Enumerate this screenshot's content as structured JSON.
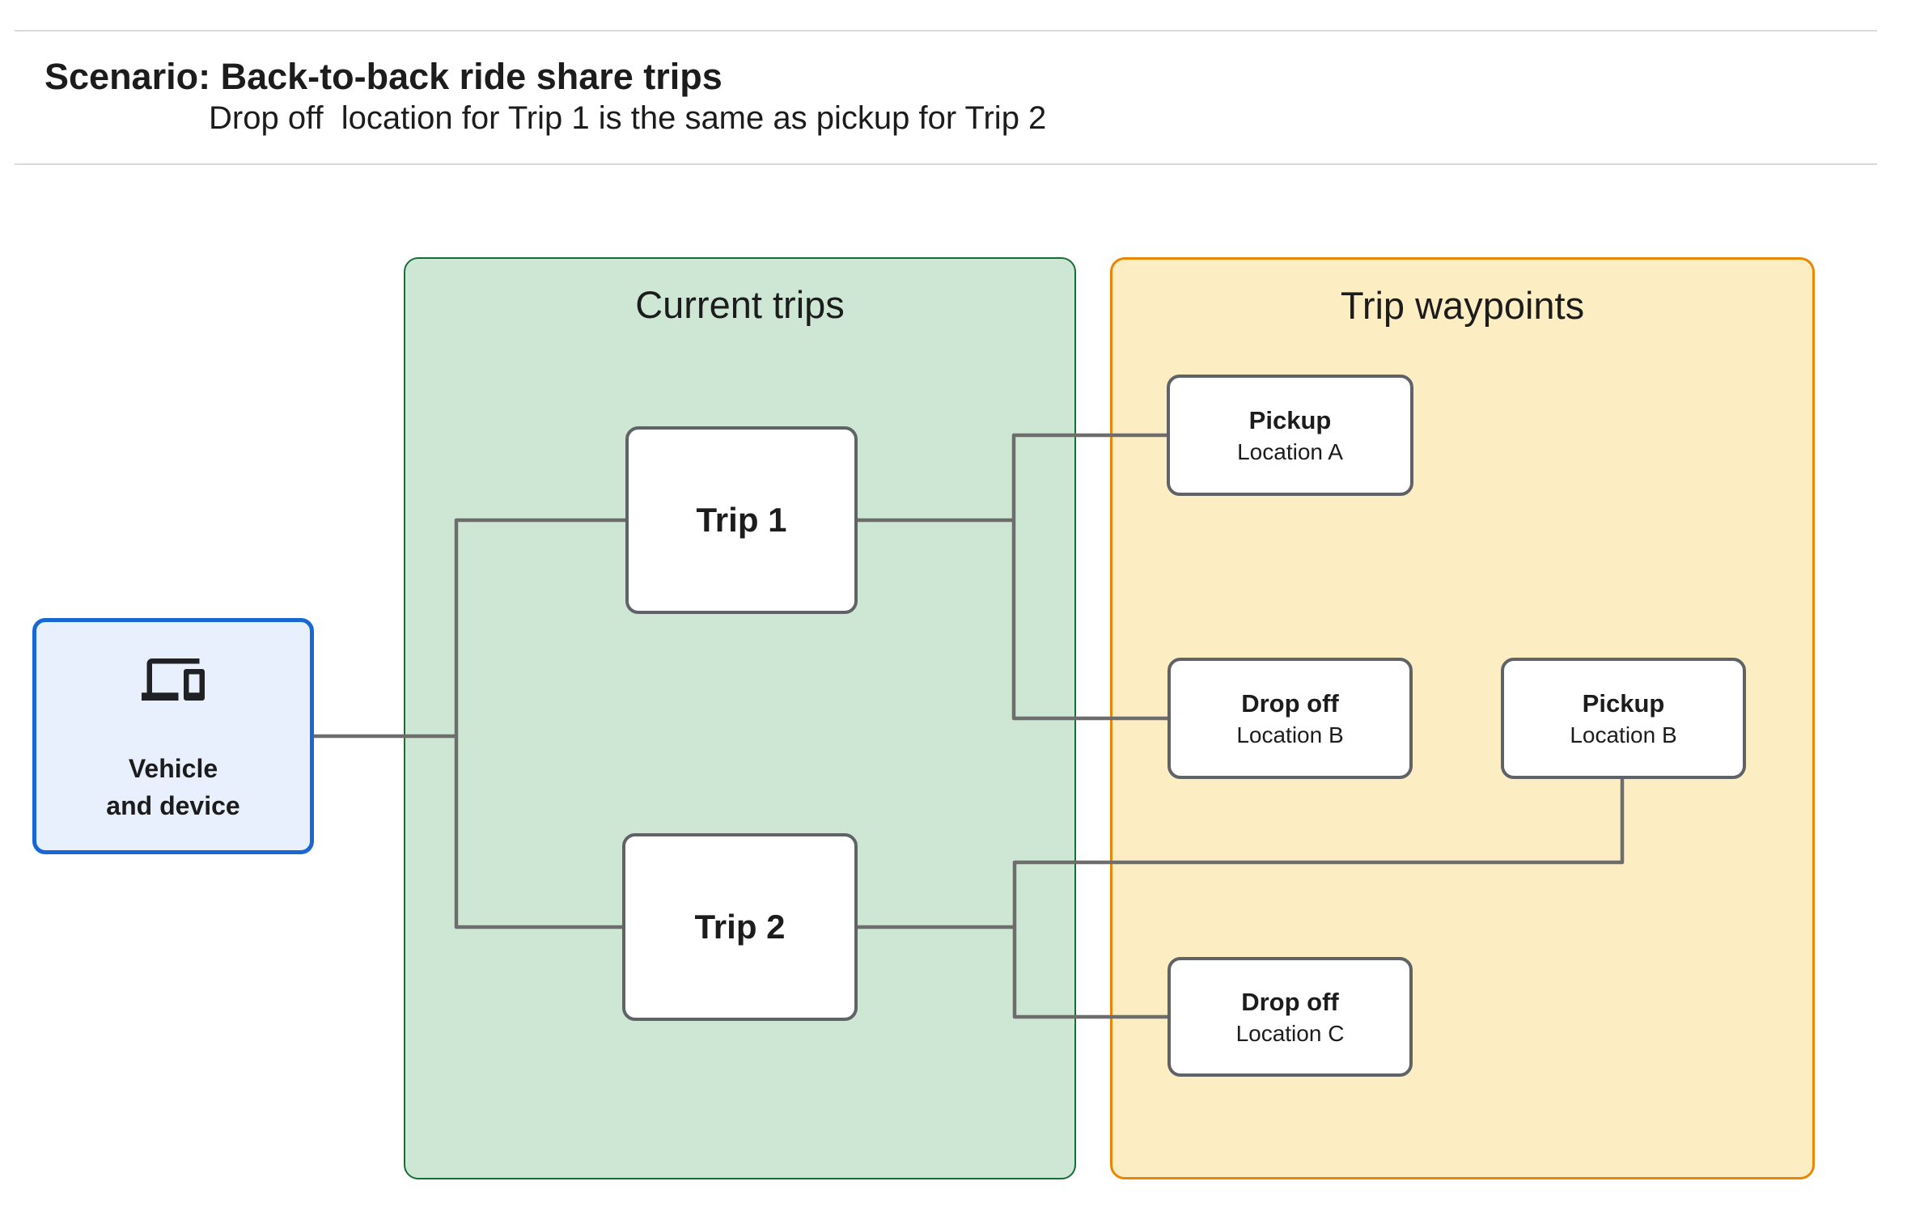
{
  "header": {
    "title": "Scenario: Back-to-back ride share trips",
    "subtitle": "Drop off  location for Trip 1 is the same as pickup for Trip 2"
  },
  "panels": {
    "current_trips": {
      "title": "Current trips"
    },
    "trip_waypoints": {
      "title": "Trip waypoints"
    }
  },
  "nodes": {
    "vehicle": {
      "line1": "Vehicle",
      "line2": "and device",
      "icon": "devices-icon"
    },
    "trip1": {
      "label": "Trip 1"
    },
    "trip2": {
      "label": "Trip 2"
    },
    "pickup_a": {
      "type": "Pickup",
      "location": "Location A"
    },
    "dropoff_b": {
      "type": "Drop off",
      "location": "Location B"
    },
    "pickup_b": {
      "type": "Pickup",
      "location": "Location B"
    },
    "dropoff_c": {
      "type": "Drop off",
      "location": "Location C"
    }
  },
  "colors": {
    "vehicle_fill": "#e8f0fe",
    "vehicle_border": "#1967d2",
    "current_trips_fill": "#cee6d4",
    "current_trips_border": "#166e37",
    "waypoints_fill": "#fceec2",
    "waypoints_border": "#ea8600",
    "node_border": "#5f6368",
    "connector": "#6d6d6d",
    "text": "#1c1c1c",
    "divider": "#dadada",
    "page_bg": "#ffffff"
  }
}
